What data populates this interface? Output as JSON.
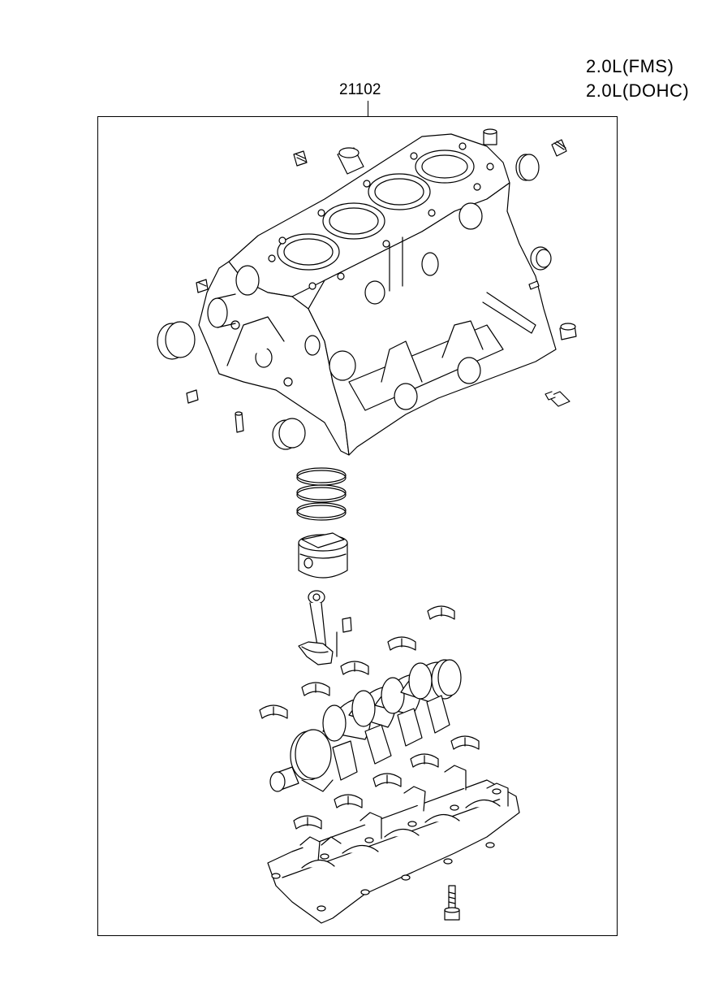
{
  "header": {
    "engine_variants": [
      "2.0L(FMS)",
      "2.0L(DOHC)"
    ]
  },
  "assembly": {
    "part_number": "21102"
  }
}
